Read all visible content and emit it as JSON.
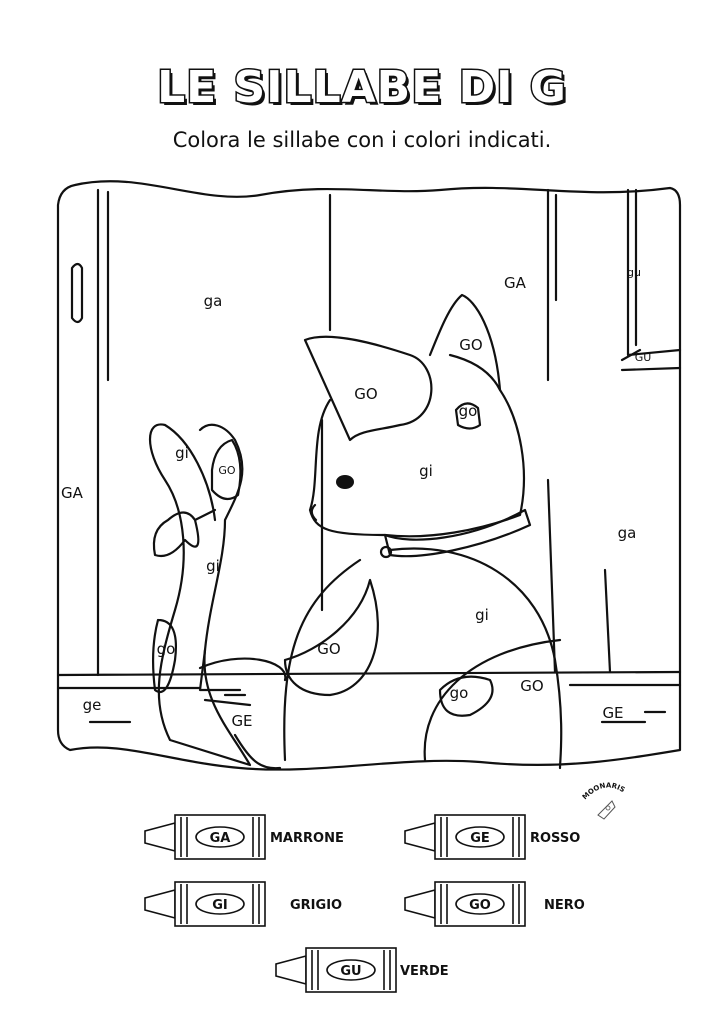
{
  "title": "LE SILLABE DI G",
  "subtitle": "Colora le sillabe con i colori indicati.",
  "logo": {
    "text": "MOONARIS"
  },
  "picture": {
    "syllables": [
      "ga",
      "GA",
      "gu",
      "GO",
      "GU",
      "GO",
      "go",
      "gi",
      "GO",
      "gi",
      "GA",
      "ga",
      "gi",
      "gi",
      "GO",
      "go",
      "GO",
      "go",
      "ge",
      "GE",
      "GE"
    ]
  },
  "legend": [
    {
      "syllable": "GA",
      "color_name": "MARRONE",
      "color": "#8B5A2B"
    },
    {
      "syllable": "GE",
      "color_name": "ROSSO",
      "color": "#D32F2F"
    },
    {
      "syllable": "GI",
      "color_name": "GRIGIO",
      "color": "#9E9E9E"
    },
    {
      "syllable": "GO",
      "color_name": "NERO",
      "color": "#111111"
    },
    {
      "syllable": "GU",
      "color_name": "VERDE",
      "color": "#388E3C"
    }
  ]
}
